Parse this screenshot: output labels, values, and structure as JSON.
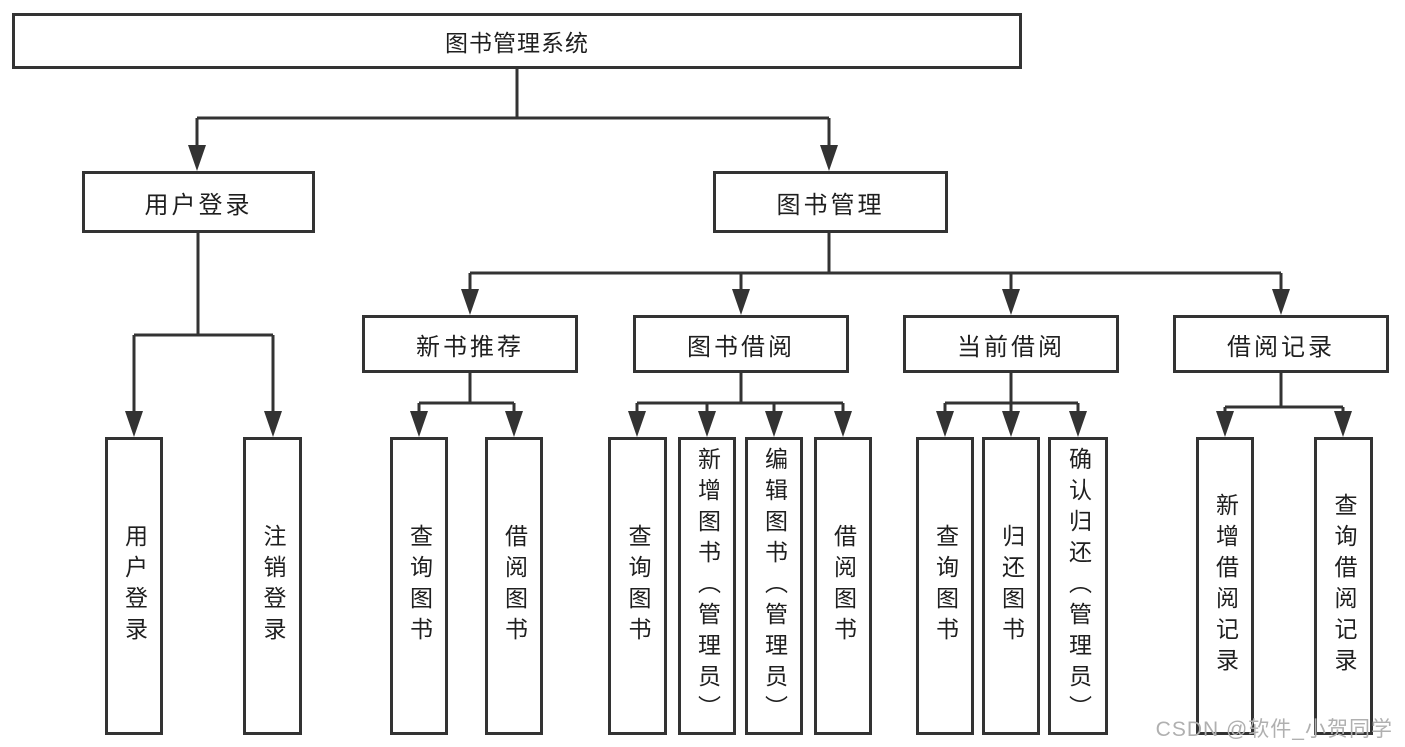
{
  "diagram": {
    "title": "图书管理系统",
    "tree": {
      "root": {
        "label": "图书管理系统"
      },
      "children": [
        {
          "label": "用户登录",
          "children": [
            {
              "label": "用户登录"
            },
            {
              "label": "注销登录"
            }
          ]
        },
        {
          "label": "图书管理",
          "children": [
            {
              "label": "新书推荐",
              "children": [
                {
                  "label": "查询图书"
                },
                {
                  "label": "借阅图书"
                }
              ]
            },
            {
              "label": "图书借阅",
              "children": [
                {
                  "label": "查询图书"
                },
                {
                  "label": "新增图书（管理员）"
                },
                {
                  "label": "编辑图书（管理员）"
                },
                {
                  "label": "借阅图书"
                }
              ]
            },
            {
              "label": "当前借阅",
              "children": [
                {
                  "label": "查询图书"
                },
                {
                  "label": "归还图书"
                },
                {
                  "label": "确认归还（管理员）"
                }
              ]
            },
            {
              "label": "借阅记录",
              "children": [
                {
                  "label": "新增借阅记录"
                },
                {
                  "label": "查询借阅记录"
                }
              ]
            }
          ]
        }
      ]
    },
    "colors": {
      "line": "#333333",
      "text": "#1f1f1f",
      "background": "#ffffff",
      "watermark": "#b0b0b0"
    }
  },
  "watermark": {
    "text": "CSDN @软件_小贺同学"
  }
}
